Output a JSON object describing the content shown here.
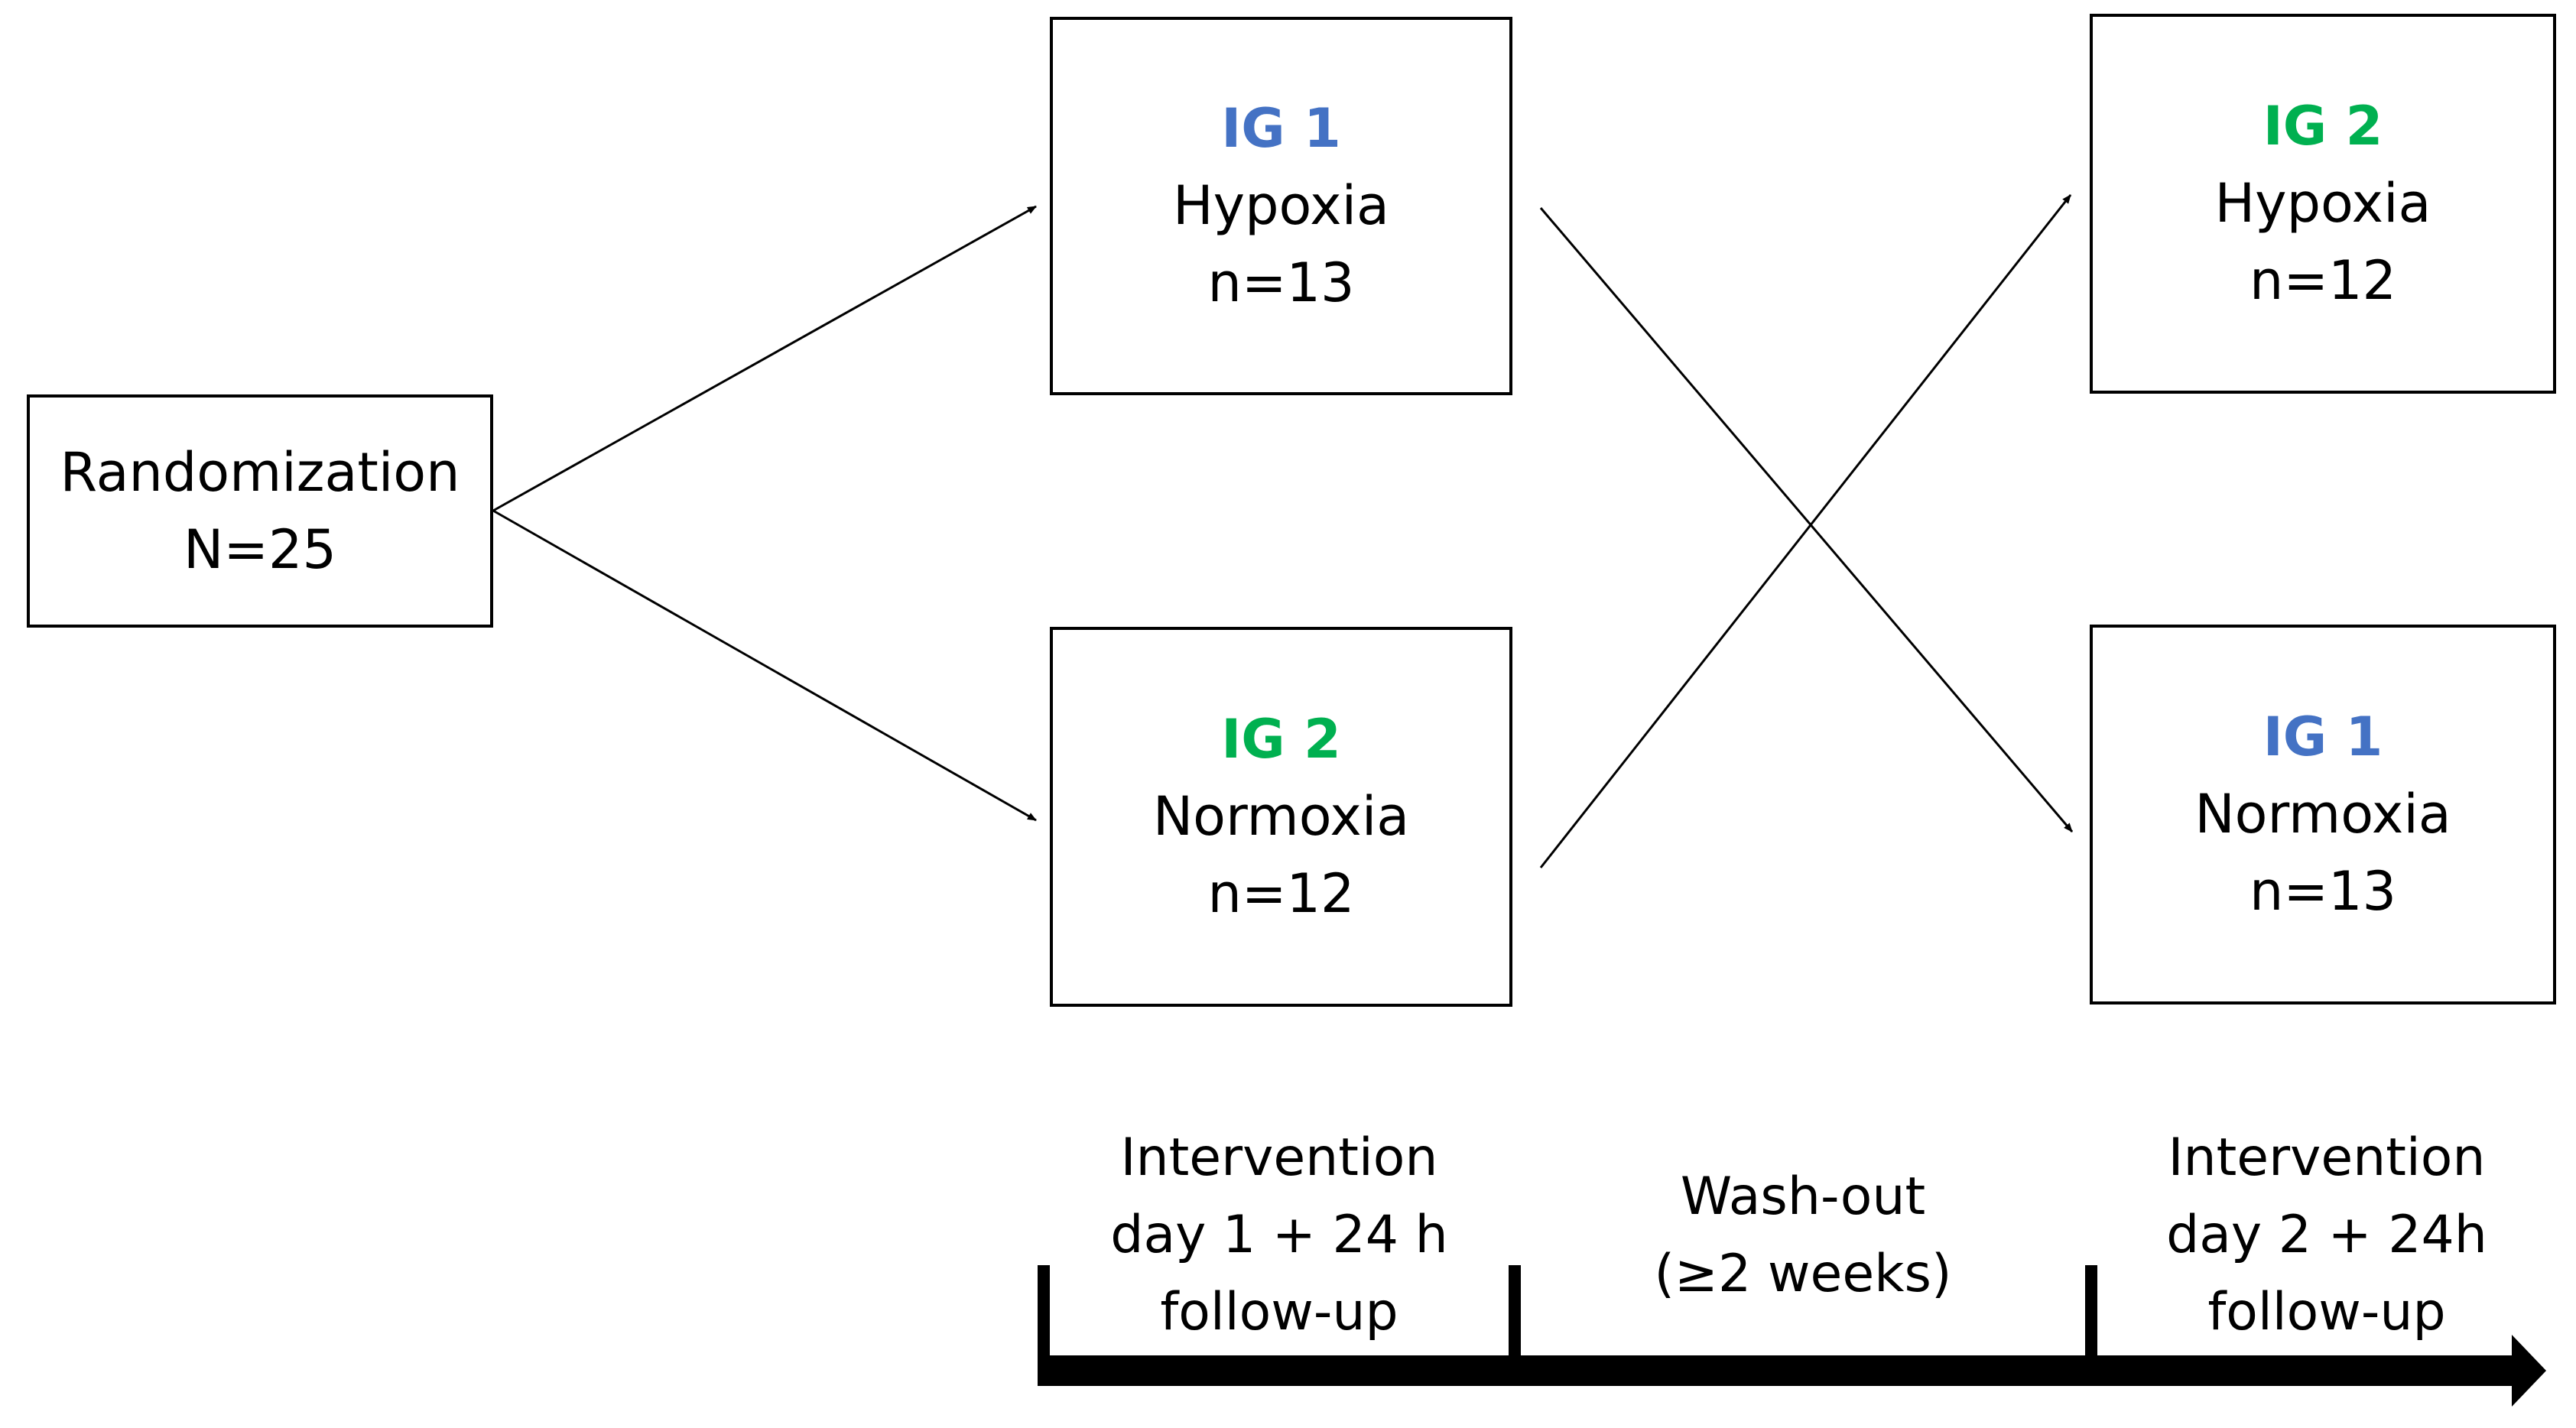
{
  "colors": {
    "ig1": "#4472c4",
    "ig2": "#00b050",
    "stroke": "#000000"
  },
  "randomization": {
    "title": "Randomization",
    "count": "N=25"
  },
  "period1": {
    "top": {
      "group": "IG 1",
      "condition": "Hypoxia",
      "count": "n=13"
    },
    "bottom": {
      "group": "IG 2",
      "condition": "Normoxia",
      "count": "n=12"
    }
  },
  "period2": {
    "top": {
      "group": "IG 2",
      "condition": "Hypoxia",
      "count": "n=12"
    },
    "bottom": {
      "group": "IG 1",
      "condition": "Normoxia",
      "count": "n=13"
    }
  },
  "timeline": {
    "phase1": [
      "Intervention",
      "day 1 + 24 h",
      "follow-up"
    ],
    "washout": [
      "Wash-out",
      "(≥2 weeks)"
    ],
    "phase2": [
      "Intervention",
      "day 2 + 24h",
      "follow-up"
    ]
  }
}
